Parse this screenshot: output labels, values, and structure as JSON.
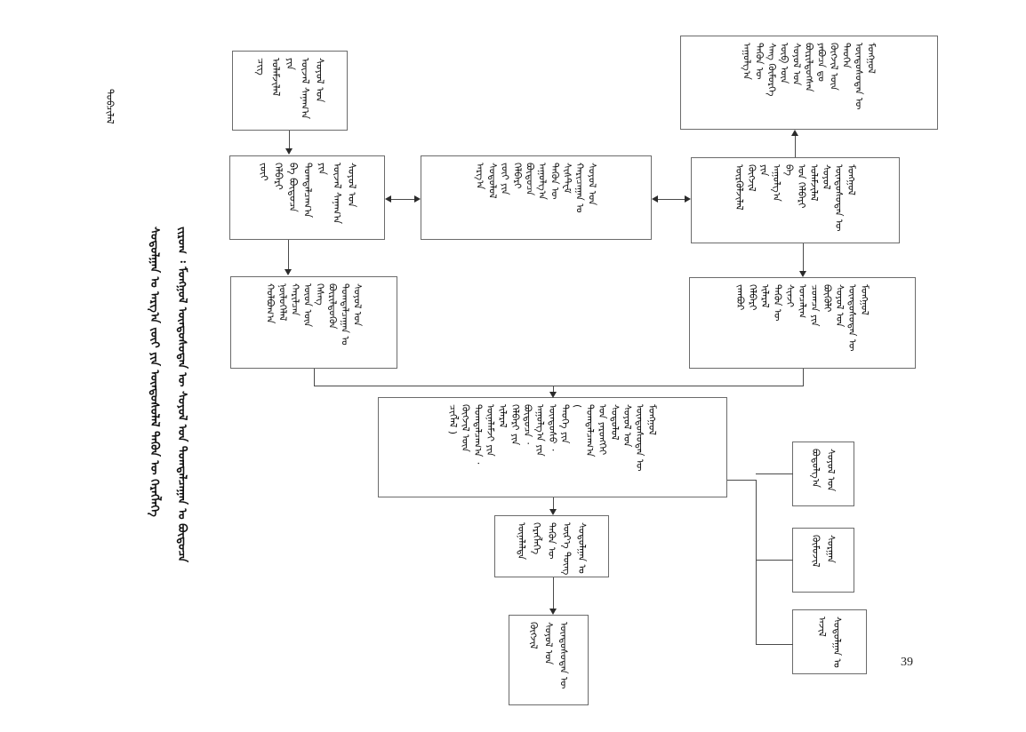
{
  "document": {
    "page_number": "39",
    "script": "Traditional Mongolian (vertical)",
    "corner_label": "ᠲᠣᠪᠴᠢᠯᠠᠯ"
  },
  "side_title": {
    "line_1": "ᠵᠢᠷᠤᠭ ᠄ ᠮᠣᠩᠭᠤᠯ ᠦᠨᠳᠦᠰᠦᠲᠡᠨ ᠦ ᠰᠤᠶᠤᠯ ᠤᠨ ᠲᠣᠭᠲᠠᠯᠴᠠᠭᠠᠨ ᠤ ᠪᠦᠲᠦᠴᠡ",
    "line_2": "ᠰᠤᠳᠤᠯᠭᠠᠨ ᠤ ᠠᠷᠭ᠎ᠠ ᠵᠦᠢ ᠶᠢᠨ ᠦᠨᠳᠦᠰᠦᠯᠡᠯ ᠲᠡᠭᠦᠨ ᠦ ᠬᠡᠷᠡᠭᠯᠡᠭᠡ"
  },
  "boxes": {
    "top_left": {
      "name": "top-left-box",
      "columns": [
        "ᠰᠤᠶᠤᠯ ᠤᠨ",
        "ᠦᠵᠡᠯ ᠰᠠᠨᠠᠭ᠎ᠠ",
        "ᠶᠢᠨ",
        "ᠤᠯᠠᠮᠵᠢᠯᠠᠯ",
        "ᠴᠢᠭ"
      ]
    },
    "top_right": {
      "name": "top-right-box",
      "columns": [
        "ᠮᠣᠩᠭᠤᠯ",
        "ᠦᠨᠳᠦᠰᠦᠲᠡᠨ ᠦ",
        "ᠲᠡᠦᠬᠡᠨ",
        "ᠬᠦᠭᠵᠢᠯ ᠦᠨ",
        "ᠶᠠᠪᠤᠴᠠ ᠳᠤ",
        "ᠪᠦᠷᠢᠯᠳᠦᠭᠰᠡᠨ",
        "ᠰᠤᠶᠤᠯ ᠤᠨ",
        "ᠦᠪ ᠦᠨ",
        "ᠰᠠᠩ ᠬᠥᠮᠦᠷᠭᠡ",
        "ᠲᠡᠭᠦᠨ ᠦ",
        "ᠠᠭᠤᠯᠭ᠎ᠠ"
      ]
    },
    "mid_left": {
      "name": "mid-left-box",
      "columns": [
        "ᠰᠤᠶᠤᠯ ᠤᠨ",
        "ᠦᠵᠡᠯ ᠰᠠᠨᠠᠭ᠎ᠠ",
        "ᠶᠢᠨ",
        "ᠲᠣᠭᠲᠠᠯᠴᠠᠭ᠎ᠠ",
        "ᠪᠠ ᠪᠦᠲᠦᠴᠡ",
        "ᠬᠡᠯᠪᠡᠷᠢ",
        "ᠵᠦᠢ"
      ]
    },
    "mid_center": {
      "name": "mid-center-box",
      "columns": [
        "ᠰᠤᠶᠤᠯ ᠤᠨ",
        "ᠬᠠᠷᠢᠴᠠᠭᠠᠨ ᠤ",
        "ᠰᠢᠰᠲ᠋ᠧᠮ",
        "ᠲᠡᠭᠦᠨ ᠦ",
        "ᠠᠭᠤᠯᠭ᠎ᠠ",
        "ᠪᠦᠲᠦᠴᠡ",
        "ᠬᠡᠯᠪᠡᠷᠢ",
        "ᠵᠦᠢ ᠶᠢᠨ",
        "ᠰᠤᠳᠤᠯᠤᠯ",
        "ᠠᠷᠭ᠎ᠠ"
      ]
    },
    "mid_right": {
      "name": "mid-right-box",
      "columns": [
        "ᠮᠣᠩᠭᠤᠯ",
        "ᠦᠨᠳᠦᠰᠦᠲᠡᠨ ᠦ",
        "ᠰᠤᠶᠤᠯ",
        "ᠤᠯᠠᠮᠵᠢᠯᠠᠯ",
        "ᠤᠨ ᠬᠡᠯᠪᠡᠷᠢ",
        "ᠪᠠ",
        "ᠠᠭᠤᠯᠭ᠎ᠠ",
        "ᠶᠢᠨ",
        "ᠬᠥᠭᠵᠢᠯ",
        "ᠦᠷᠭᠦᠯᠵᠢᠯᠡᠯ"
      ]
    },
    "lower_left": {
      "name": "lower-left-box",
      "columns": [
        "ᠰᠤᠶᠤᠯ ᠤᠨ",
        "ᠲᠣᠭᠲᠠᠯᠴᠠᠭᠠᠨ ᠤ",
        "ᠪᠦᠷᠢᠯᠳᠦᠬᠦᠨ",
        "ᠬᠡᠰᠡᠭ",
        "ᠦᠳ ᠦᠨ",
        "ᠬᠠᠷᠢᠯᠴᠠᠨ",
        "ᠨᠥᠯᠦᠭᠡᠯᠡᠯ",
        "ᠬᠣᠯᠪᠣᠭ᠎ᠠ"
      ]
    },
    "lower_right": {
      "name": "lower-right-box",
      "columns": [
        "ᠮᠣᠩᠭᠤᠯ",
        "ᠦᠨᠳᠦᠰᠦᠲᠡᠨ ᠦ",
        "ᠰᠤᠶᠤᠯ ᠤᠨ",
        "ᠪᠥᠬᠦᠯᠢ",
        "ᠴᠣᠭᠴᠠ ᠶᠢᠨ",
        "ᠣᠨᠴᠠᠯᠢᠭ",
        "ᠰᠢᠨᠵᠢ",
        "ᠲᠡᠭᠦᠨ ᠦ",
        "ᠢᠯᠡᠷᠡᠯ",
        "ᠬᠡᠯᠪᠡᠷᠢ",
        "ᠵᠠᠭᠪᠤᠷ"
      ]
    },
    "main_center": {
      "name": "main-center-box",
      "columns": [
        "ᠮᠣᠩᠭᠤᠯ",
        "ᠦᠨᠳᠦᠰᠦᠲᠡᠨ ᠦ",
        "ᠰᠤᠶᠤᠯ ᠤᠨ",
        "ᠰᠤᠳᠤᠯᠤᠯ",
        "ᠤᠨ ᠶᠡᠷᠦᠩᠬᠡᠢ",
        "ᠲᠣᠭᠲᠠᠯᠴᠠᠭ᠎ᠠ",
        "(",
        "ᠲᠡᠦᠬᠡ ᠶᠢᠨ",
        "ᠦᠨᠳᠦᠰᠦ ᠂",
        "ᠠᠭᠤᠯᠭ᠎ᠠ ᠶᠢᠨ",
        "ᠪᠦᠲᠦᠴᠡ ᠂",
        "ᠬᠡᠯᠪᠡᠷᠢ ᠶᠢᠨ",
        "ᠢᠯᠡᠷᠡᠯ",
        "ᠦᠨᠡᠯᠡᠮᠵᠢ ᠶᠢᠨ",
        "ᠲᠣᠭᠲᠠᠯᠴᠠᠭ᠎ᠠ ᠂",
        "ᠬᠥᠭᠵᠢᠯ ᠦᠨ",
        "ᠴᠢᠭᠯᠡᠯ )"
      ]
    },
    "bottom_mid": {
      "name": "bottom-middle-box",
      "columns": [
        "ᠰᠤᠳᠤᠯᠭᠠᠨ ᠤ",
        "ᠦᠷ᠎ᠡ ᠳᠦᠩ",
        "ᠲᠡᠭᠦᠨ ᠦ",
        "ᠬᠡᠷᠡᠭᠯᠡᠭᠡ",
        "ᠦᠨᠡᠯᠡᠯᠲᠡ"
      ]
    },
    "bottom_last": {
      "name": "bottom-last-box",
      "columns": [
        "ᠦᠨᠳᠦᠰᠦᠲᠡᠨ ᠦ",
        "ᠰᠤᠶᠤᠯ ᠤᠨ",
        "ᠬᠥᠭᠵᠢᠯ"
      ]
    },
    "right_1": {
      "name": "right-branch-box-1",
      "columns": [
        "ᠰᠤᠶᠤᠯ ᠤᠨ",
        "ᠪᠣᠳᠣᠯᠭ᠎ᠠ"
      ]
    },
    "right_2": {
      "name": "right-branch-box-2",
      "columns": [
        "ᠰᠤᠷᠭᠠᠨ",
        "ᠬᠥᠮᠦᠵᠢᠯ"
      ]
    },
    "right_3": {
      "name": "right-branch-box-3",
      "columns": [
        "ᠰᠤᠳᠤᠯᠭᠠᠨ ᠤ",
        "ᠠᠵᠢᠯ"
      ]
    }
  }
}
